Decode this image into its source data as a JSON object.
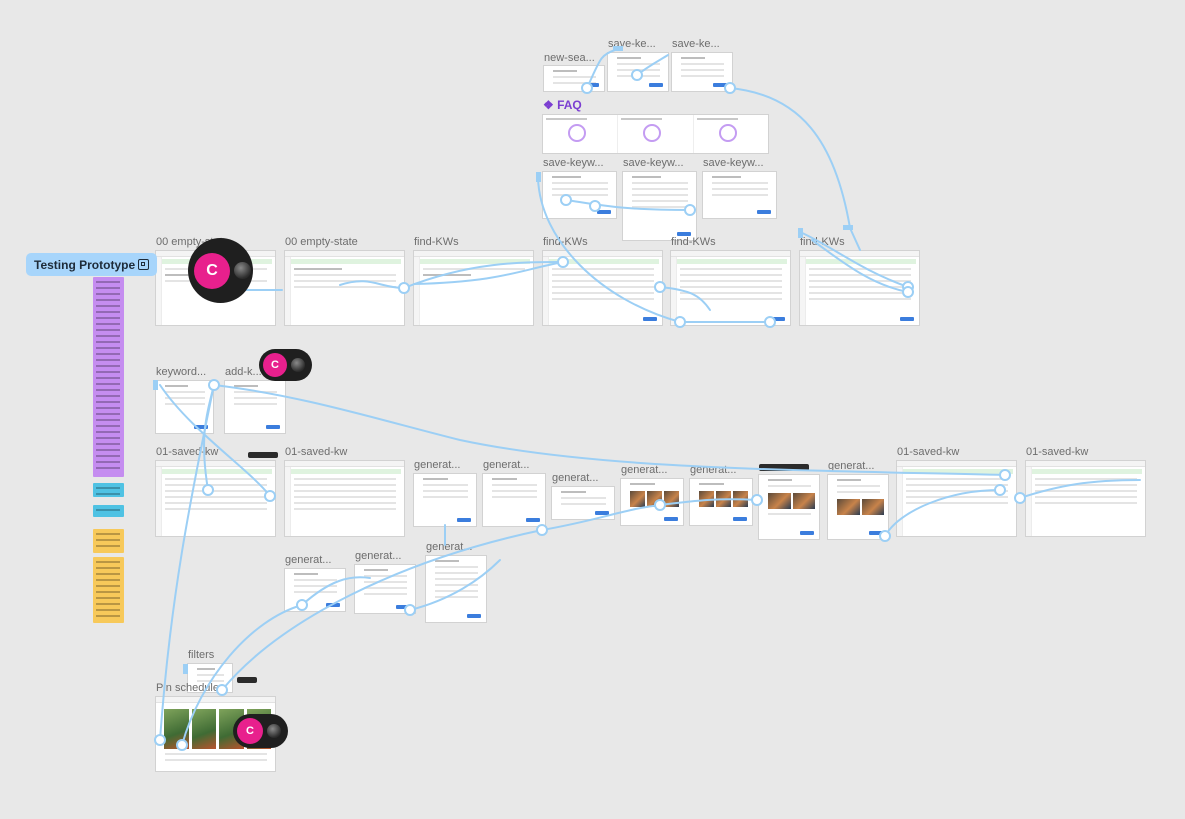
{
  "prototype_button": {
    "label": "Testing Prototype",
    "icon": "play-prototype-icon"
  },
  "faq": {
    "label": "❖ FAQ"
  },
  "frame_labels": {
    "new_search": "new-sea...",
    "save_ke_1": "save-ke...",
    "save_ke_2": "save-ke...",
    "save_keyw_1": "save-keyw...",
    "save_keyw_2": "save-keyw...",
    "save_keyw_3": "save-keyw...",
    "empty_state_1": "00 empty-state",
    "empty_state_2": "00 empty-state",
    "find_kws_1": "find-KWs",
    "find_kws_2": "find-KWs",
    "find_kws_3": "find-KWs",
    "find_kws_4": "find-KWs",
    "keyword": "keyword...",
    "add_k": "add-k...",
    "saved_kw_1": "01-saved-kw",
    "saved_kw_2": "01-saved-kw",
    "saved_kw_3": "01-saved-kw",
    "saved_kw_4": "01-saved-kw",
    "generat_1": "generat...",
    "generat_2": "generat...",
    "generat_3": "generat...",
    "generat_4": "generat...",
    "generat_5": "generat...",
    "generat_6": "generat...",
    "generat_7": "generat...",
    "generat_8": "generat...",
    "generat_9": "generat...",
    "filters": "filters",
    "pin_scheduler": "Pin scheduler"
  },
  "collaborators": [
    {
      "initial": "C",
      "color": "#e8208d"
    },
    {
      "initial": "C",
      "color": "#e8208d"
    },
    {
      "initial": "C",
      "color": "#e8208d"
    }
  ],
  "colors": {
    "canvas": "#e8e8e8",
    "connector": "#9ccff5",
    "prototype_button": "#a7d5fb",
    "sticky_purple": "#c58df0",
    "sticky_blue": "#4fc2e3",
    "sticky_yellow": "#f7c95a",
    "faq_purple": "#7b3ed1"
  }
}
